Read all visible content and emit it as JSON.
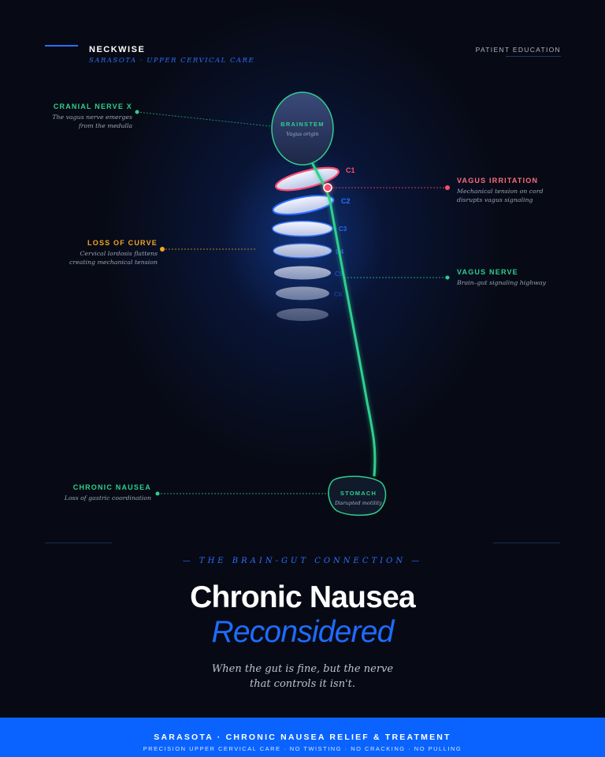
{
  "header": {
    "brand": "NECKWISE",
    "tagline": "SARASOTA · UPPER CERVICAL CARE",
    "category": "PATIENT EDUCATION"
  },
  "diagram": {
    "brainstem": {
      "label": "BRAINSTEM",
      "sub": "Vagus origin"
    },
    "stomach": {
      "label": "STOMACH",
      "sub": "Disrupted motility"
    },
    "vertebrae": [
      "C1",
      "C2",
      "C3",
      "C4",
      "C5",
      "C6"
    ],
    "callouts": {
      "cranial": {
        "title": "CRANIAL NERVE X",
        "line1": "The vagus nerve emerges",
        "line2": "from the medulla"
      },
      "irritation": {
        "title": "VAGUS IRRITATION",
        "line1": "Mechanical tension on cord",
        "line2": "disrupts vagus signaling"
      },
      "curve": {
        "title": "LOSS OF CURVE",
        "line1": "Cervical lordosis flattens",
        "line2": "creating mechanical tension"
      },
      "vagus": {
        "title": "VAGUS NERVE",
        "line1": "Brain–gut signaling highway"
      },
      "nausea": {
        "title": "CHRONIC NAUSEA",
        "line1": "Loss of gastric coordination"
      }
    },
    "colors": {
      "nerve": "#2ecf8e",
      "alert": "#ff4d6d",
      "warning": "#f5a623",
      "accent": "#2a6fff"
    }
  },
  "hero": {
    "kicker": "— THE BRAIN-GUT CONNECTION —",
    "title_line1": "Chronic Nausea",
    "title_line2": "Reconsidered",
    "subtitle_line1": "When the gut is fine, but the nerve",
    "subtitle_line2": "that controls it isn't."
  },
  "footer": {
    "main": "SARASOTA · CHRONIC NAUSEA RELIEF & TREATMENT",
    "sub": "PRECISION UPPER CERVICAL CARE · NO TWISTING · NO CRACKING · NO PULLING"
  }
}
